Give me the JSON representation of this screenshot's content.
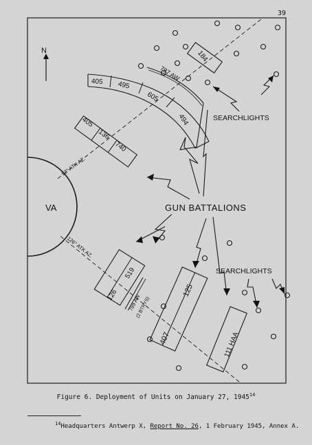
{
  "page_number": "39",
  "diagram": {
    "north_label": "N",
    "va_label": "VA",
    "gun_battalions_label": "GUN BATTALIONS",
    "searchlights_upper_label": "SEARCHLIGHTS",
    "searchlights_lower_label": "SEARCHLIGHTS",
    "azimuth_upper": "53° ATK AZ.",
    "azimuth_lower": "126° ATK AZ.",
    "upper_arc_units": [
      "405",
      "495",
      "605",
      "494"
    ],
    "upper_left_units": [
      "405",
      "136",
      "740"
    ],
    "upper_right_unit": "184",
    "upper_aw_label": "787 AW",
    "lower_left_units": [
      "126",
      "519"
    ],
    "lower_aw_label": "789 AW",
    "lower_aw_sub": "(2 BTRYS)",
    "lower_center_units": [
      "407",
      "125"
    ],
    "lower_right_unit": "111 HAA"
  },
  "caption": {
    "text": "Figure 6.  Deployment of Units on January 27, 1945",
    "ref": "14"
  },
  "footnote": {
    "ref": "14",
    "prefix": "Headquarters Antwerp X, ",
    "report": "Report No. 26",
    "suffix": ", 1 February 1945, Annex A."
  }
}
